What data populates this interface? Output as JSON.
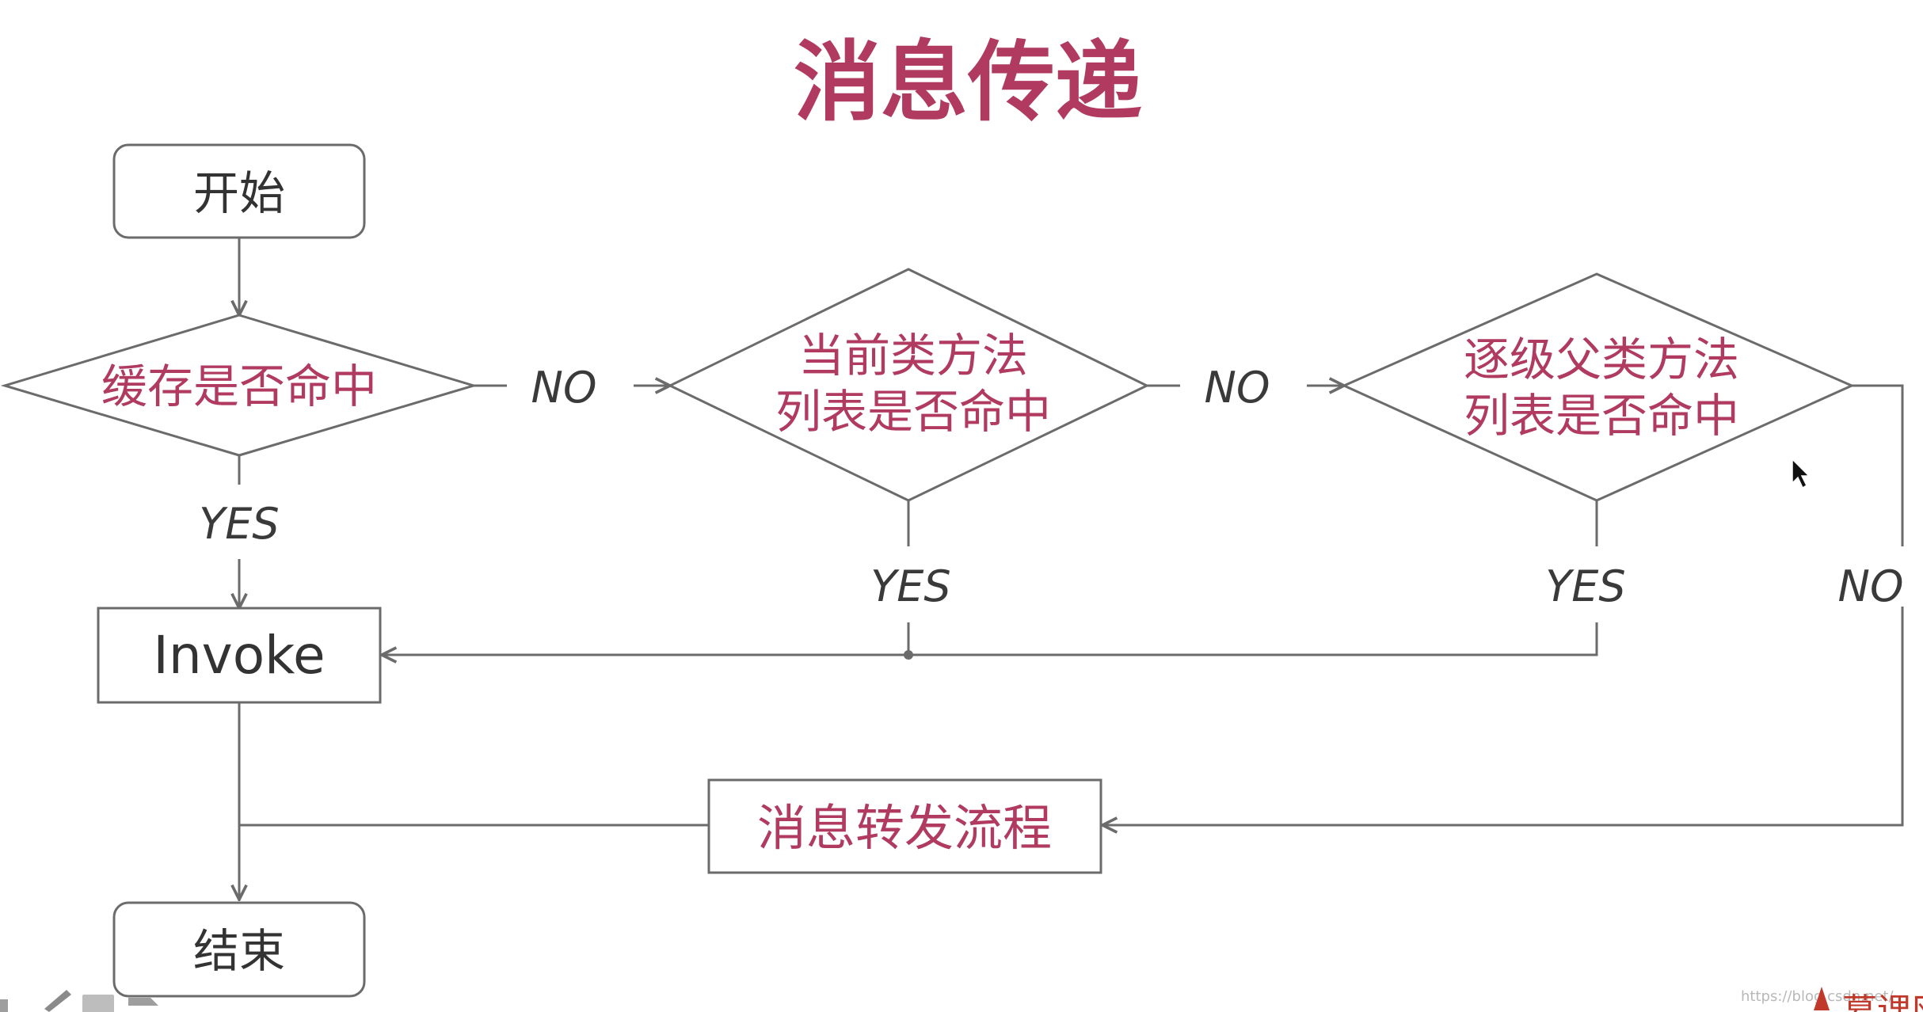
{
  "title": "消息传递",
  "colors": {
    "accent": "#b03a60",
    "stroke": "#6b6b6b",
    "text_dark": "#333333",
    "background": "#ffffff"
  },
  "nodes": {
    "start": "开始",
    "cache_check": "缓存是否命中",
    "class_method_check": [
      "当前类方法",
      "列表是否命中"
    ],
    "superclass_method_check": [
      "逐级父类方法",
      "列表是否命中"
    ],
    "invoke": "Invoke",
    "forwarding": "消息转发流程",
    "end": "结束"
  },
  "edge_labels": {
    "cache_no": "NO",
    "cache_yes": "YES",
    "class_no": "NO",
    "class_yes": "YES",
    "super_yes": "YES",
    "super_no": "NO"
  },
  "footer": {
    "watermark": "https://blog.csdn.net/",
    "brand": "慕课网"
  }
}
